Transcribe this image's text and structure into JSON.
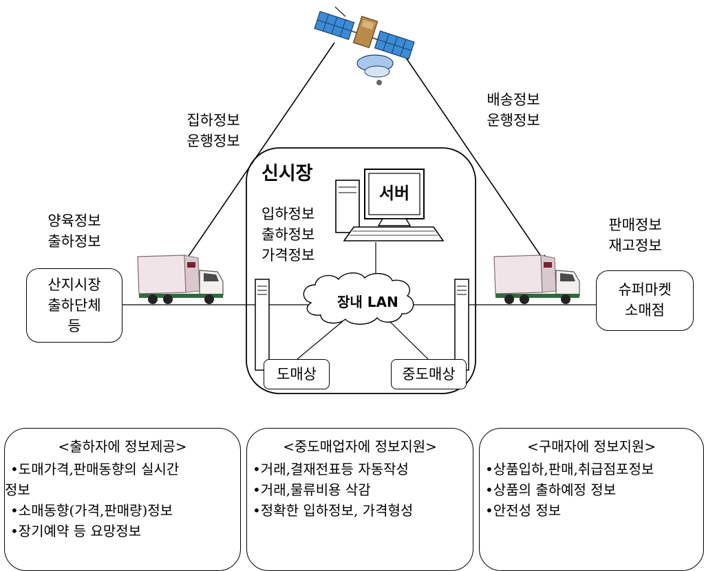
{
  "uplink_labels": [
    "집하정보",
    "운행정보"
  ],
  "downlink_labels": [
    "배송정보",
    "운행정보"
  ],
  "producer_info": [
    "양육정보",
    "출하정보"
  ],
  "retail_info": [
    "판매정보",
    "재고정보"
  ],
  "origin_node": [
    "산지시장",
    "출하단체",
    "등"
  ],
  "retail_node": [
    "슈퍼마켓",
    "소매점"
  ],
  "market": {
    "title": "신시장",
    "server_label": "서버",
    "info": [
      "입하정보",
      "출하정보",
      "가격정보"
    ],
    "lan_label": "장내 LAN",
    "wholesaler": "도매상",
    "middleman": "중도매상"
  },
  "panels": [
    {
      "heading": "<출하자에 정보제공>",
      "items": [
        "도매가격,판매동향의 실시간",
        "정보",
        "소매동향(가격,판매량)정보",
        "장기예약 등 요망정보"
      ],
      "bullets": [
        true,
        false,
        true,
        true
      ]
    },
    {
      "heading": "<중도매업자에 정보지원>",
      "items": [
        "거래,결재전표등 자동작성",
        "거래,물류비용 삭감",
        "정확한 입하정보, 가격형성"
      ],
      "bullets": [
        true,
        true,
        true
      ]
    },
    {
      "heading": "<구매자에 정보지원>",
      "items": [
        "상품입하,판매,취급점포정보",
        "상품의 출하예정 정보",
        "안전성 정보"
      ],
      "bullets": [
        true,
        true,
        true
      ]
    }
  ],
  "icons": [
    "satellite-icon",
    "truck-icon",
    "computer-icon",
    "cloud-icon",
    "tower-server-icon"
  ]
}
